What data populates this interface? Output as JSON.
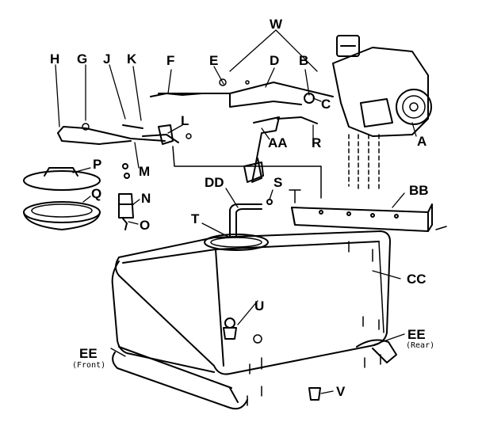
{
  "labels": {
    "W": "W",
    "B": "B",
    "G": "G",
    "J": "J",
    "K": "K",
    "F": "F",
    "E": "E",
    "D": "D",
    "H": "H",
    "C": "C",
    "L": "L",
    "A": "A",
    "AA": "AA",
    "R": "R",
    "P": "P",
    "M": "M",
    "DD": "DD",
    "S": "S",
    "BB": "BB",
    "Q": "Q",
    "N": "N",
    "T": "T",
    "O": "O",
    "CC": "CC",
    "U": "U",
    "EE_front": "EE",
    "EE_rear": "EE",
    "V": "V"
  },
  "captions": {
    "front": "(Front)",
    "rear": "(Rear)"
  }
}
